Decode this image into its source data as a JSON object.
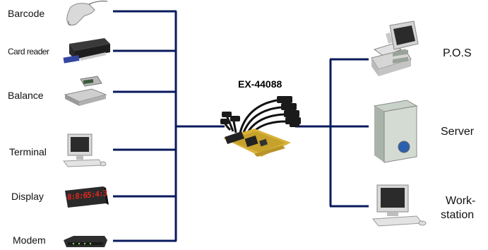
{
  "diagram": {
    "line_color": "#0a1a5c",
    "center_device": {
      "label": "EX-44088"
    },
    "left_devices": [
      {
        "label": "Barcode",
        "icon": "barcode-scanner-icon"
      },
      {
        "label": "Card reader",
        "icon": "card-reader-icon"
      },
      {
        "label": "Balance",
        "icon": "scale-icon"
      },
      {
        "label": "Terminal",
        "icon": "terminal-icon"
      },
      {
        "label": "Display",
        "icon": "led-display-icon"
      },
      {
        "label": "Modem",
        "icon": "modem-icon"
      }
    ],
    "right_devices": [
      {
        "label": "P.O.S",
        "icon": "pos-terminal-icon"
      },
      {
        "label": "Server",
        "icon": "server-tower-icon"
      },
      {
        "label_line1": "Work-",
        "label_line2": "station",
        "icon": "workstation-icon"
      }
    ],
    "display_readout": "8:8:65:4:3"
  }
}
